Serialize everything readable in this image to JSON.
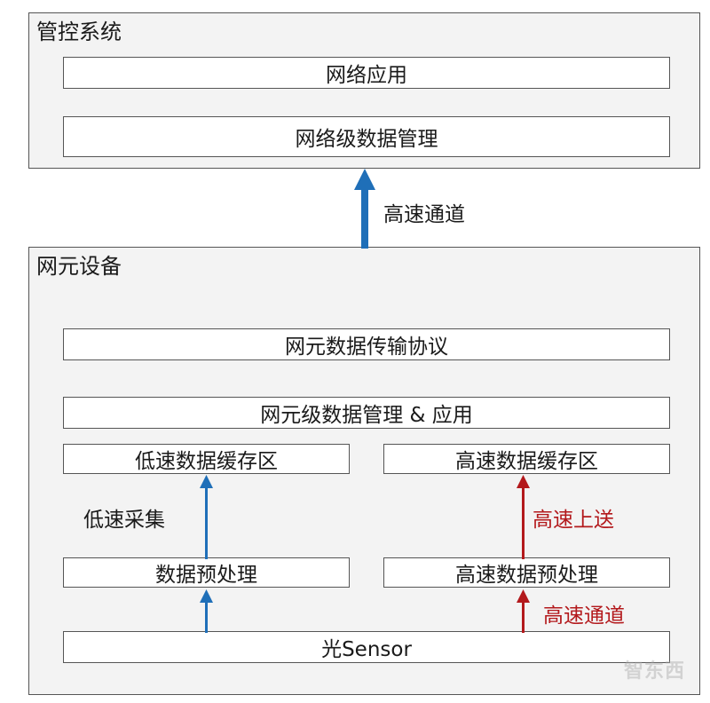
{
  "management": {
    "title": "管控系统",
    "network_app": "网络应用",
    "network_data_mgmt": "网络级数据管理"
  },
  "link_label": "高速通道",
  "ne": {
    "title": "网元设备",
    "transfer_protocol": "网元数据传输协议",
    "ne_data_mgmt": "网元级数据管理 & 应用",
    "low_cache": "低速数据缓存区",
    "high_cache": "高速数据缓存区",
    "low_collect": "低速采集",
    "high_upload": "高速上送",
    "preprocess": "数据预处理",
    "high_preprocess": "高速数据预处理",
    "high_channel": "高速通道",
    "sensor": "光Sensor"
  },
  "watermark": "智东西",
  "colors": {
    "blue_arrow": "#1f6fb8",
    "red_arrow": "#b3191c",
    "red_text": "#b3191c",
    "panel_bg": "#f3f3f3",
    "border": "#555555"
  }
}
